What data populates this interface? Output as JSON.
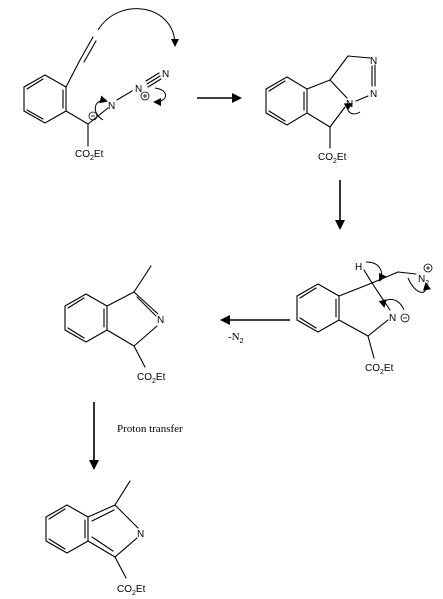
{
  "labels": {
    "azide_n1": "N",
    "azide_n2": "N",
    "azide_n3": "N",
    "ester": "CO",
    "ester_sub": "2",
    "ester_tail": "Et",
    "triazoline_n1": "N",
    "triazoline_n2": "N",
    "triazoline_n3": "N",
    "h_atom": "H",
    "diazo_n": "N",
    "diazo_sub": "2",
    "ring_n": "N",
    "imine_n": "N",
    "isoindole_n": "N"
  },
  "conditions": {
    "step3": "-N",
    "step3_sub": "2",
    "step4": "Proton transfer"
  }
}
